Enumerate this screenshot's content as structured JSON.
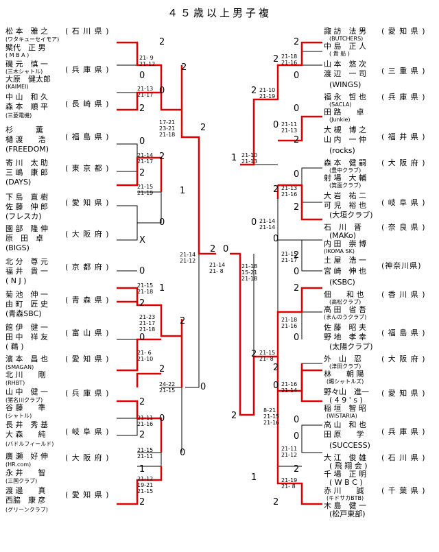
{
  "title": "４５歳以上男子複",
  "left_entries": [
    {
      "p1": "松 本　雅 之",
      "p2": "(ワタキューセイモア)",
      "p3": "",
      "pref": "( 石 川 県 )"
    },
    {
      "p1": "檗代　正 男",
      "p2": "( M B A )",
      "p3": "",
      "pref": ""
    },
    {
      "p1": "磯 元　慎 一",
      "p2": "(三木シャトル)",
      "p3": "",
      "pref": "( 兵 庫 県 )"
    },
    {
      "p1": "大原　健太郎",
      "p2": "(KAIMEI)",
      "p3": "",
      "pref": ""
    },
    {
      "p1": "中 山　和 久",
      "p2": "森 本　順 平",
      "p3": "(三菱電機)",
      "pref": "( 長 崎 県 )"
    },
    {
      "p1": "杉　　　薫",
      "p2": "樋 渡　　浩",
      "p3": "(FREEDOM)",
      "pref": "( 福 島 県 )"
    },
    {
      "p1": "寄 川　太 助",
      "p2": "三 嶋　康 郎",
      "p3": "(DAYS)",
      "pref": "( 東 京 都 )"
    },
    {
      "p1": "下 島　直 樹",
      "p2": "佐 藤　伸 郎",
      "p3": "(フレスカ)",
      "pref": "( 愛 知 県 )"
    },
    {
      "p1": "園 部　隆 伸",
      "p2": "原　田　卓",
      "p3": "(BIGS)",
      "pref": "( 大 阪 府 )"
    },
    {
      "p1": "北 分　尊 元",
      "p2": "福 井　貴 一",
      "p3": "( N J )",
      "pref": "( 京 都 府 )"
    },
    {
      "p1": "菊 池　伸 一",
      "p2": "由 町　匠 史",
      "p3": "(青森SBC)",
      "pref": "( 青 森 県 )"
    },
    {
      "p1": "館 伊　健 一",
      "p2": "田 中　祥 友",
      "p3": "( 鵜 )",
      "pref": "( 富 山 県 )"
    },
    {
      "p1": "濱 本　昌 也",
      "p2": "(SMAGAN)",
      "p3": "",
      "pref": "( 愛 知 県 )"
    },
    {
      "p1": "北 川　　剛",
      "p2": "(RHBT)",
      "p3": "",
      "pref": ""
    },
    {
      "p1": "山 中　健 一",
      "p2": "(猪名川クラブ)",
      "p3": "",
      "pref": "( 兵 庫 県 )"
    },
    {
      "p1": "谷 藤　　準",
      "p2": "(シャトル)",
      "p3": "",
      "pref": ""
    },
    {
      "p1": "長 井　秀 基",
      "p2": "大 森　　純",
      "p3": "(バドルフィールド)",
      "pref": "( 岐 阜 県 )"
    },
    {
      "p1": "廣 瀬　好 伸",
      "p2": "(HR.com)",
      "p3": "",
      "pref": "( 大 阪 府 )"
    },
    {
      "p1": "永 井　　智",
      "p2": "(三国クラブ)",
      "p3": "",
      "pref": ""
    },
    {
      "p1": "渡 邊　　真",
      "p2": "西脇　康 彦",
      "p3": "(グリーンクラブ)",
      "pref": "( 愛 知 県 )"
    }
  ],
  "right_entries": [
    {
      "p1": "諏 訪　法 男",
      "p2": "(BUTCHERS)",
      "p3": "",
      "pref": "( 愛 知 県 )"
    },
    {
      "p1": "中 島　正 人",
      "p2": "( 貴 船 )",
      "p3": "",
      "pref": ""
    },
    {
      "p1": "山 本　悠 次",
      "p2": "渡 辺　一 司",
      "p3": "(WINGS)",
      "pref": "( 三 重 県 )"
    },
    {
      "p1": "福 永　哲 也",
      "p2": "(SACLA)",
      "p3": "",
      "pref": "( 兵 庫 県 )"
    },
    {
      "p1": "田 路　　卓",
      "p2": "(Junkie)",
      "p3": "",
      "pref": ""
    },
    {
      "p1": "大 槻　博 之",
      "p2": "山 内　一 仲",
      "p3": "(rocks)",
      "pref": "( 福 井 県 )"
    },
    {
      "p1": "森 本　健 嗣",
      "p2": "(豊中クラブ)",
      "p3": "",
      "pref": "( 大 阪 府 )"
    },
    {
      "p1": "射 場　大 輔",
      "p2": "(箕面クラブ)",
      "p3": "",
      "pref": ""
    },
    {
      "p1": "大 岩　祐 二",
      "p2": "可 児　裕 也",
      "p3": "(大垣クラブ)",
      "pref": "( 岐 阜 県 )"
    },
    {
      "p1": "石　川　晋",
      "p2": "(MAKo)",
      "p3": "",
      "pref": "( 奈 良 県 )"
    },
    {
      "p1": "内 田　崇 博",
      "p2": "(IKOMA SK)",
      "p3": "",
      "pref": ""
    },
    {
      "p1": "土 屋　浩 一",
      "p2": "宮 崎　伸 也",
      "p3": "(KSBC)",
      "pref": "(神奈川県)"
    },
    {
      "p1": "佃　　和 也",
      "p2": "(高松クラブ)",
      "p3": "",
      "pref": "( 香 川 県 )"
    },
    {
      "p1": "高 田　省 吾",
      "p2": "(まんのうクラブ)",
      "p3": "",
      "pref": ""
    },
    {
      "p1": "佐 藤　昭 夫",
      "p2": "野 地　孝 幸",
      "p3": "(太陽クラブ)",
      "pref": "( 福 島 県 )"
    },
    {
      "p1": "外　山　忍",
      "p2": "(津田クラブ)",
      "p3": "",
      "pref": "( 大 阪 府 )"
    },
    {
      "p1": "林　　朝 陽",
      "p2": "(賜シャトルズ)",
      "p3": "",
      "pref": ""
    },
    {
      "p1": "野々山　進一",
      "p2": "( 4 9 ' s )",
      "p3": "",
      "pref": "( 愛 知 県 )"
    },
    {
      "p1": "稲 垣　智 昭",
      "p2": "(WISTARIA)",
      "p3": "",
      "pref": ""
    },
    {
      "p1": "高 山　和 也",
      "p2": "田 原　　学",
      "p3": "(SUCCESS)",
      "pref": "( 兵 庫 県 )"
    },
    {
      "p1": "大 江　俊 雄",
      "p2": "( 飛 翔 会 )",
      "p3": "",
      "pref": "( 石 川 県 )"
    },
    {
      "p1": "千 場　正 明",
      "p2": "( W B C )",
      "p3": "",
      "pref": ""
    },
    {
      "p1": "赤 川　　誠",
      "p2": "(キドサカBTB)",
      "p3": "",
      "pref": "( 千 葉 県 )"
    },
    {
      "p1": "木 島　健 一",
      "p2": "(松戸東部)",
      "p3": "",
      "pref": ""
    }
  ],
  "game_scores": {
    "l1": "21- 9|21-12",
    "l2": "21-13|21-17",
    "l3": "17-21|23-21|21-18",
    "l4": "21-14|21-17",
    "l5": "21-15|21-19",
    "l6": "21-14|21-12",
    "l7": "21-15|21-18",
    "l8": "21-23|21-17|21-18",
    "l9": "21- 6|21-10",
    "l10": "24-22|21-15",
    "l11": "21-11|21-16",
    "l12": "21-15|21-11",
    "l13": "21-12|19-21|21-15",
    "f": "21-14|21- 8",
    "r1": "21-18|21-16",
    "r2": "21-10|21-19",
    "r3": "21-11|21-13",
    "r4": "21-10|21-13",
    "r5": "21-13|21-16",
    "r6": "21-14|21-14",
    "r7": "21-15|21-17",
    "r8": "21-18|15-21|21-18",
    "r9": "21-18|21-16",
    "r10": "21-15|21- 8",
    "r11": "21-16|21-14",
    "r12": "8-21|21-15|21-16",
    "r13": "21-11|21-12",
    "r14": "21-19|21- 8"
  },
  "results": {
    "l1a": "2",
    "l1b": "0",
    "l1w": "2",
    "l2a": "0",
    "l2b": "2",
    "l3w": "2",
    "l4a": "0",
    "l4b": "2",
    "l5a": "2",
    "l5b": "1",
    "l6a": "0",
    "l6b": "X",
    "l7a": "0",
    "l7b": "1",
    "l7c": "2",
    "l8w": "2",
    "l9a": "0",
    "l9b": "2",
    "l10a": "0",
    "l11a": "2",
    "l11b": "0",
    "l12a": "2",
    "l12b": "0",
    "l13a": "1",
    "l13b": "2",
    "fl": "2",
    "fr": "0",
    "r1a": "2",
    "r1b": "0",
    "r1w": "2",
    "r2a": "2",
    "r2b": "0",
    "r3a": "0",
    "r3b": "2",
    "r4w": "1",
    "r5a": "0",
    "r5b": "2",
    "r6a": "0",
    "r6b": "2",
    "r7a": "0",
    "r7b": "2",
    "r8a": "0",
    "r9a": "2",
    "r9b": "0",
    "r10a": "2",
    "r10b": "0",
    "r11a": "2",
    "r11b": "0",
    "r12w": "2",
    "r13a": "0",
    "r13b": "2",
    "r14a": "1",
    "r14b": "2"
  }
}
